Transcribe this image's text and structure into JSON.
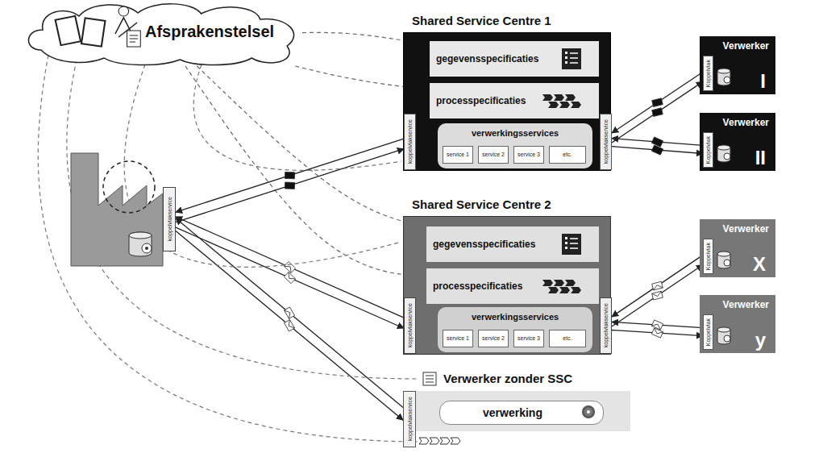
{
  "diagram": {
    "nodes": [
      {
        "text": [
          "Afsprakenstelsel"
        ]
      },
      {
        "text": [
          "koppelvlakservice"
        ]
      },
      {
        "text": [
          "Shared Service Centre 1"
        ]
      },
      {
        "text": [
          "gegevensspecificaties"
        ],
        "in": 2
      },
      {
        "text": [
          "processpecificaties"
        ],
        "in": 2
      },
      {
        "text": [
          "verwerkingsservices"
        ],
        "in": 2
      },
      {
        "text": [
          "service 1"
        ],
        "in": 5
      },
      {
        "text": [
          "service 2"
        ],
        "in": 5
      },
      {
        "text": [
          "service 3"
        ],
        "in": 5
      },
      {
        "text": [
          "etc."
        ],
        "in": 5
      },
      {
        "text": [
          "koppelvlakservice"
        ],
        "in": 2
      },
      {
        "text": [
          "koppelvlakservice"
        ],
        "in": 2
      },
      {
        "text": [
          "Verwerker",
          "I"
        ]
      },
      {
        "text": [
          "Koppelvlak"
        ],
        "in": 12
      },
      {
        "text": [
          "Verwerker",
          "II"
        ]
      },
      {
        "text": [
          "Koppelvlak"
        ],
        "in": 14
      },
      {
        "text": [
          "Shared Service Centre 2"
        ]
      },
      {
        "text": [
          "gegevensspecificaties"
        ],
        "in": 16
      },
      {
        "text": [
          "processpecificaties"
        ],
        "in": 16
      },
      {
        "text": [
          "verwerkingsservices"
        ],
        "in": 16
      },
      {
        "text": [
          "service 1"
        ],
        "in": 19
      },
      {
        "text": [
          "service 2"
        ],
        "in": 19
      },
      {
        "text": [
          "service 3"
        ],
        "in": 19
      },
      {
        "text": [
          "etc."
        ],
        "in": 19
      },
      {
        "text": [
          "koppelvlakservice"
        ],
        "in": 16
      },
      {
        "text": [
          "koppelvlakservice"
        ],
        "in": 16
      },
      {
        "text": [
          "Verwerker",
          "X"
        ]
      },
      {
        "text": [
          "Koppelvlak"
        ],
        "in": 26
      },
      {
        "text": [
          "Verwerker",
          "y"
        ]
      },
      {
        "text": [
          "Koppelvlak"
        ],
        "in": 28
      },
      {
        "text": [
          "Verwerker zonder SSC"
        ]
      },
      {
        "text": [
          "koppelvlakservice"
        ],
        "in": 30
      },
      {
        "text": [
          "verwerking"
        ],
        "in": 30
      }
    ],
    "edges": [
      {
        "from": 0,
        "to": 3,
        "arrow": "none"
      },
      {
        "from": 0,
        "to": 4,
        "arrow": "none"
      },
      {
        "from": 0,
        "to": 17,
        "arrow": "none"
      },
      {
        "from": 0,
        "to": 18,
        "arrow": "none"
      },
      {
        "from": 10,
        "to": 1,
        "arrow": "to"
      },
      {
        "from": 1,
        "to": 10,
        "arrow": "to"
      },
      {
        "from": 24,
        "to": 1,
        "arrow": "to"
      },
      {
        "from": 1,
        "to": 24,
        "arrow": "to"
      },
      {
        "from": 31,
        "to": 1,
        "arrow": "to"
      },
      {
        "from": 1,
        "to": 31,
        "arrow": "to"
      },
      {
        "from": 11,
        "to": 13,
        "arrow": "to"
      },
      {
        "from": 13,
        "to": 11,
        "arrow": "to"
      },
      {
        "from": 11,
        "to": 15,
        "arrow": "to"
      },
      {
        "from": 15,
        "to": 11,
        "arrow": "to"
      },
      {
        "from": 25,
        "to": 27,
        "arrow": "to"
      },
      {
        "from": 27,
        "to": 25,
        "arrow": "to"
      },
      {
        "from": 25,
        "to": 29,
        "arrow": "to"
      },
      {
        "from": 29,
        "to": 25,
        "arrow": "to"
      }
    ]
  }
}
